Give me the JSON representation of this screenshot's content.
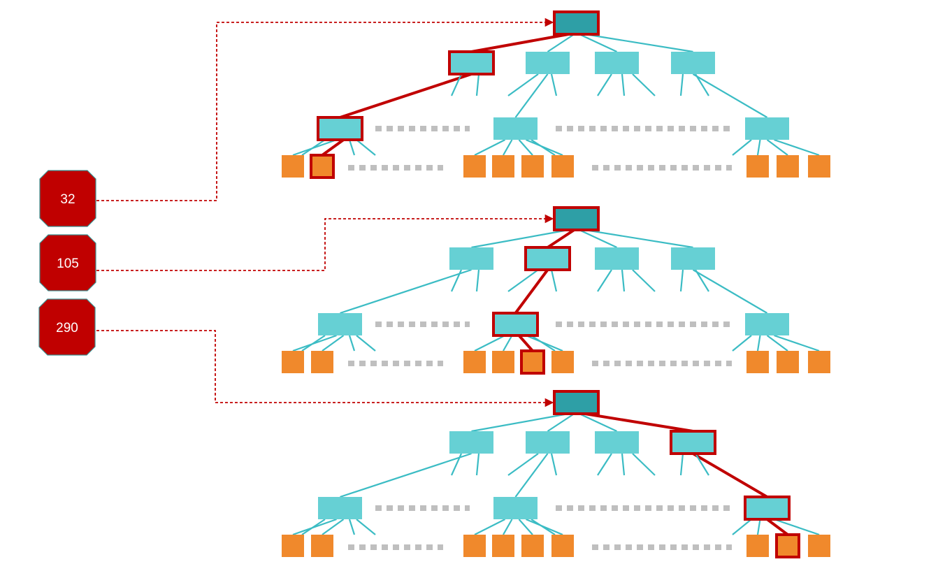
{
  "colors": {
    "highlight": "#C00000",
    "root_fill": "#2E9FA6",
    "node_fill": "#66D0D4",
    "leaf_fill": "#F0892C",
    "edge": "#3BBCC4",
    "ellipsis": "#BFBFBF",
    "background": "#FFFFFF"
  },
  "keys": [
    {
      "label": "32",
      "target_tree": 0
    },
    {
      "label": "105",
      "target_tree": 1
    },
    {
      "label": "290",
      "target_tree": 2
    }
  ],
  "trees": [
    {
      "highlighted_path": {
        "level1": 0,
        "level2": 0,
        "leaf": 1
      }
    },
    {
      "highlighted_path": {
        "level1": 1,
        "level2": 1,
        "leaf": 2
      }
    },
    {
      "highlighted_path": {
        "level1": 3,
        "level2": 2,
        "leaf": 1
      }
    }
  ]
}
